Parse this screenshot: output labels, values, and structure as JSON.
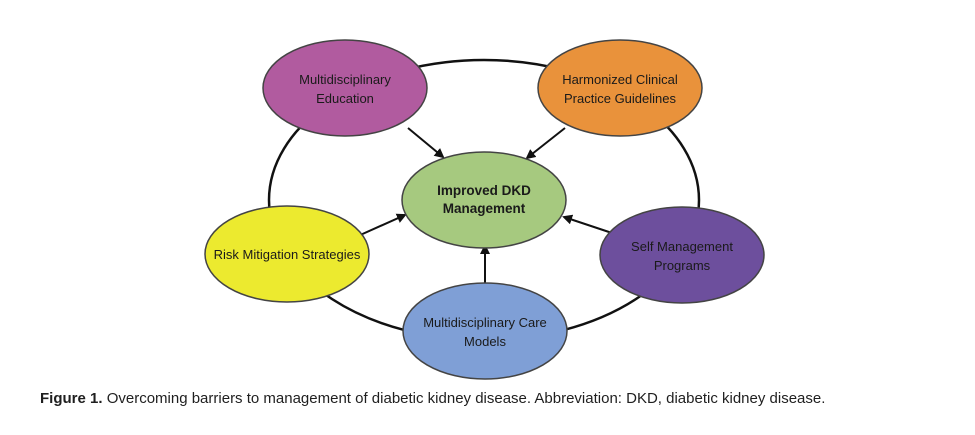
{
  "diagram": {
    "center": {
      "lines": [
        "Improved DKD",
        "Management"
      ],
      "color": "#a6c97f"
    },
    "nodes": {
      "education": {
        "lines": [
          "Multidisciplinary",
          "Education"
        ],
        "color": "#b15b9f"
      },
      "guidelines": {
        "lines": [
          "Harmonized Clinical",
          "Practice Guidelines"
        ],
        "color": "#e9923b"
      },
      "self_management": {
        "lines": [
          "Self Management",
          "Programs"
        ],
        "color": "#6d4f9d"
      },
      "care_models": {
        "lines": [
          "Multidisciplinary Care",
          "Models"
        ],
        "color": "#7f9fd6"
      },
      "risk": {
        "lines": [
          "Risk Mitigation Strategies"
        ],
        "color": "#ecea2f"
      }
    }
  },
  "caption": {
    "label": "Figure 1.",
    "text": "Overcoming barriers to management of diabetic kidney disease. Abbreviation: DKD, diabetic kidney disease."
  }
}
